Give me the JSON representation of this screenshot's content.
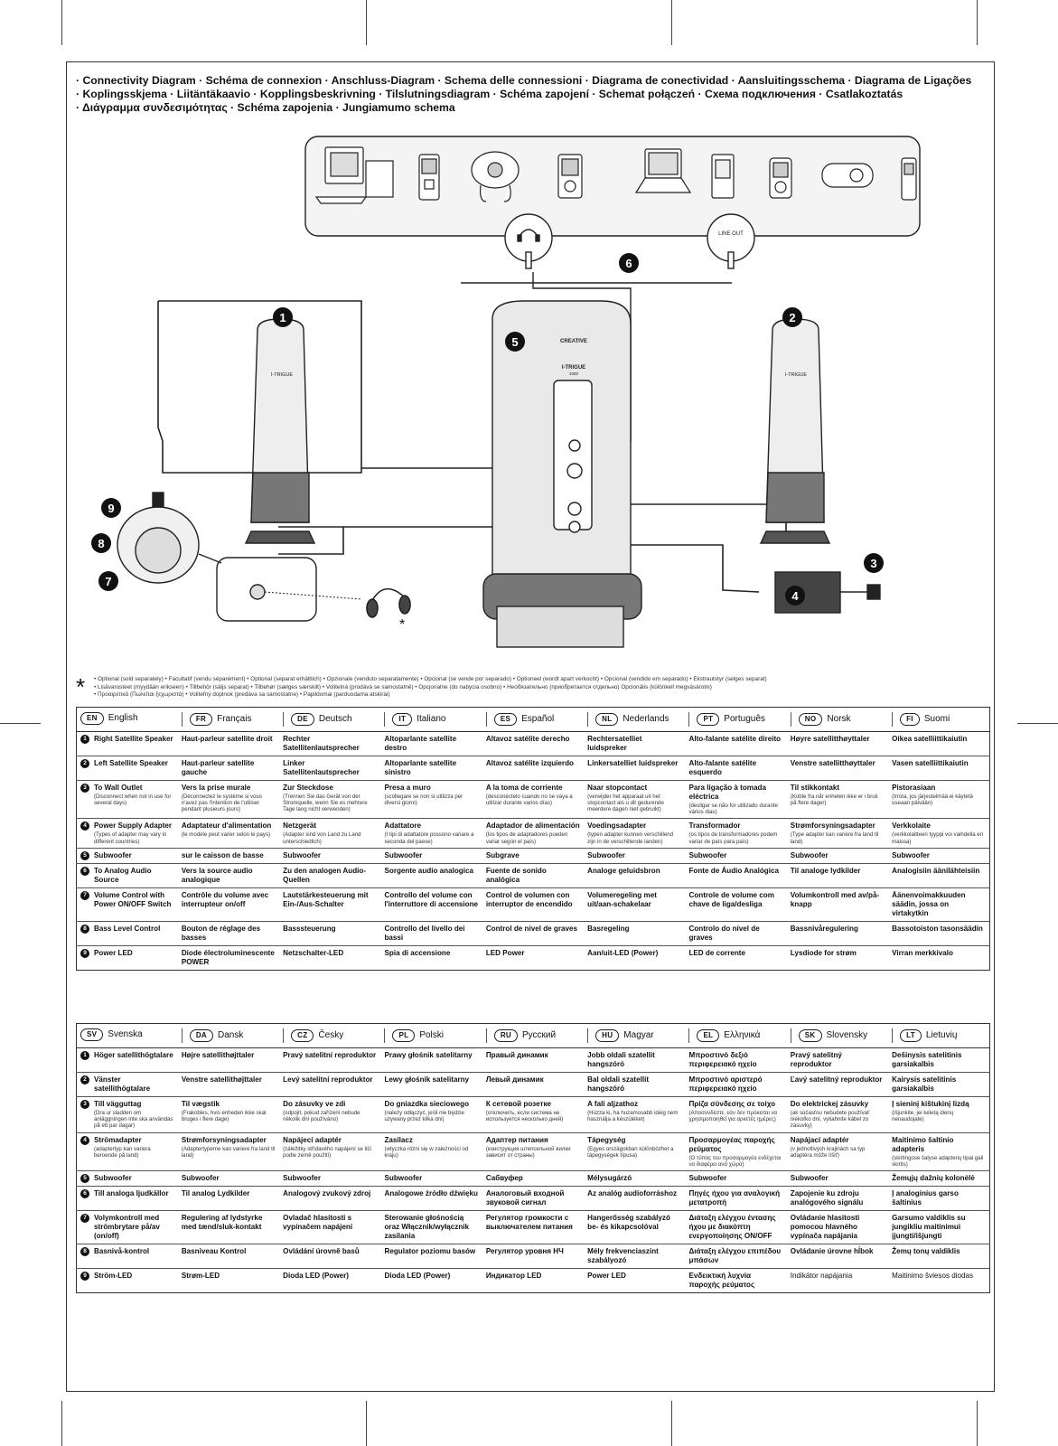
{
  "title_lines": [
    "· Connectivity Diagram · Schéma de connexion · Anschluss-Diagram · Schema delle connessioni · Diagrama de conectividad · Aansluitingsschema · Diagrama de Ligações",
    "· Koplingsskjema · Liitäntäkaavio · Kopplingsbeskrivning · Tilslutningsdiagram · Schéma zapojení · Schemat połączeń · Схема подключения · Csatlakoztatás",
    "· Διάγραμμα συνδεσιμότητας · Schéma zapojenia · Jungiamumo schema"
  ],
  "diagram": {
    "speaker_label": "I-TRIGUE",
    "brand": "CREATIVE",
    "subwoofer_model": "I-TRIGUE",
    "subwoofer_model_sub": "3300",
    "line_out_label": "LINE OUT",
    "callouts": [
      "1",
      "2",
      "3",
      "4",
      "5",
      "6",
      "7",
      "8",
      "9"
    ],
    "asterisk": "*",
    "devices": [
      "desktop-computer",
      "mp3-player",
      "cd-player",
      "portable-media-player",
      "laptop",
      "pda",
      "mp3-player",
      "ipod-shuffle",
      "mobile-phone"
    ]
  },
  "optional_note": {
    "mark": "*",
    "lines": [
      "• Optional (sold separately) • Facultatif (vendu séparément) • Optional (separat erhältlich) • Opzionale (venduto separatamente) • Opcional (se vende por separado) • Optioneel (wordt apart verkocht) • Opcional (vendido em separado) • Ekstrautstyr (selges separat)",
      "• Lisävarusteet (myydään erikseen) • Tillbehör (säljs separat) • Tilbehør (sælges særskilt) • Volitelná (prodává se samostatně) • Opcjonalne (do nabycia osobno) • Необязательно (приобретается отдельно)   Opcionális (különkell megvásárolni)",
      "• Προαιρετικά (Πωλείται ξεχωριστά) • Voliteľný doplnok (predáva sa samostatne) • Papildomai (parduodama atskirai)"
    ]
  },
  "table1": {
    "languages": [
      {
        "code": "EN",
        "name": "English"
      },
      {
        "code": "FR",
        "name": "Français"
      },
      {
        "code": "DE",
        "name": "Deutsch"
      },
      {
        "code": "IT",
        "name": "Italiano"
      },
      {
        "code": "ES",
        "name": "Español"
      },
      {
        "code": "NL",
        "name": "Nederlands"
      },
      {
        "code": "PT",
        "name": "Português"
      },
      {
        "code": "NO",
        "name": "Norsk"
      },
      {
        "code": "FI",
        "name": "Suomi"
      }
    ],
    "rows": [
      {
        "num": "1",
        "cells": [
          {
            "text": "Right Satellite Speaker"
          },
          {
            "text": "Haut-parleur satellite droit"
          },
          {
            "text": "Rechter Satellitenlautsprecher"
          },
          {
            "text": "Altoparlante satellite destro"
          },
          {
            "text": "Altavoz satélite derecho"
          },
          {
            "text": "Rechtersatelliet luidspreker"
          },
          {
            "text": "Alto-falante satélite direito"
          },
          {
            "text": "Høyre satellitthøyttaler"
          },
          {
            "text": "Oikea satelliittikaiutin"
          }
        ]
      },
      {
        "num": "2",
        "cells": [
          {
            "text": "Left Satellite Speaker"
          },
          {
            "text": "Haut-parleur satellite gauche"
          },
          {
            "text": "Linker Satellitenlautsprecher"
          },
          {
            "text": "Altoparlante satellite sinistro"
          },
          {
            "text": "Altavoz satélite izquierdo"
          },
          {
            "text": "Linkersatelliet luidspreker"
          },
          {
            "text": "Alto-falante satélite esquerdo"
          },
          {
            "text": "Venstre satellitthøyttaler"
          },
          {
            "text": "Vasen satelliittikaiutin"
          }
        ]
      },
      {
        "num": "3",
        "cells": [
          {
            "text": "To Wall Outlet",
            "sub": "(Disconnect when not in use for several days)"
          },
          {
            "text": "Vers la prise murale",
            "sub": "(Déconnectez le système si vous n'avez pas l'intention de l'utiliser pendant plusieurs jours)"
          },
          {
            "text": "Zur Steckdose",
            "sub": "(Trennen Sie das Gerät von der Stromquelle, wenn Sie es mehrere Tage lang nicht verwenden)"
          },
          {
            "text": "Presa a muro",
            "sub": "(scollegare se non si utilizza per diversi giorni)"
          },
          {
            "text": "A la toma de corriente",
            "sub": "(desconéctelo cuando no se vaya a utilizar durante varios días)"
          },
          {
            "text": "Naar stopcontact",
            "sub": "(verwijder het apparaat uit het stopcontact als u dit gedurende meerdere dagen niet gebruikt)"
          },
          {
            "text": "Para ligação à tomada eléctrica",
            "sub": "(desligar se não for utilizado durante vários dias)"
          },
          {
            "text": "Til stikkontakt",
            "sub": "(Koble fra når enheten ikke er i bruk på flere dager)"
          },
          {
            "text": "Pistorasiaan",
            "sub": "(Irrota, jos järjestelmää ei käytetä useaan päivään)"
          }
        ]
      },
      {
        "num": "4",
        "cells": [
          {
            "text": "Power Supply Adapter",
            "sub": "(Types of adapter may vary in different countries)"
          },
          {
            "text": "Adaptateur d'alimentation",
            "sub": "(le modèle peut varier selon le pays)"
          },
          {
            "text": "Netzgerät",
            "sub": "(Adapter sind von Land zu Land unterschiedlich)"
          },
          {
            "text": "Adattatore",
            "sub": "(I tipi di adattatore possono variare a seconda del paese)"
          },
          {
            "text": "Adaptador de alimentación",
            "sub": "(los tipos de adaptadores pueden variar según el país)"
          },
          {
            "text": "Voedingsadapter",
            "sub": "(typen adapter kunnen verschillend zijn in de verschillende landen)"
          },
          {
            "text": "Transformador",
            "sub": "(os tipos de transformadores podem variar de país para país)"
          },
          {
            "text": "Strømforsyningsadapter",
            "sub": "(Type adapter kan variere fra land til land)"
          },
          {
            "text": "Verkkolaite",
            "sub": "(verkkolaitteen tyyppi voi vaihdella eri maissa)"
          }
        ]
      },
      {
        "num": "5",
        "cells": [
          {
            "text": "Subwoofer"
          },
          {
            "text": "sur le caisson de basse"
          },
          {
            "text": "Subwoofer"
          },
          {
            "text": "Subwoofer"
          },
          {
            "text": "Subgrave"
          },
          {
            "text": "Subwoofer"
          },
          {
            "text": "Subwoofer"
          },
          {
            "text": "Subwoofer"
          },
          {
            "text": "Subwoofer"
          }
        ]
      },
      {
        "num": "6",
        "cells": [
          {
            "text": "To Analog Audio Source"
          },
          {
            "text": "Vers la source audio analogique"
          },
          {
            "text": "Zu den analogen Audio-Quellen"
          },
          {
            "text": "Sorgente audio analogica"
          },
          {
            "text": "Fuente de sonido analógica"
          },
          {
            "text": "Analoge geluidsbron"
          },
          {
            "text": "Fonte de Áudio Analógica"
          },
          {
            "text": "Til analoge lydkilder"
          },
          {
            "text": "Analogisiin äänilähteisiin"
          }
        ]
      },
      {
        "num": "7",
        "cells": [
          {
            "text": "Volume Control with Power ON/OFF Switch"
          },
          {
            "text": "Contrôle du volume avec interrupteur on/off"
          },
          {
            "text": "Lautstärkesteuerung mit Ein-/Aus-Schalter"
          },
          {
            "text": "Controllo del volume con l'interruttore di accensione"
          },
          {
            "text": "Control de volumen con interruptor de encendido"
          },
          {
            "text": "Volumeregeling met uit/aan-schakelaar"
          },
          {
            "text": "Controle de volume com chave de liga/desliga"
          },
          {
            "text": "Volumkontroll med av/på-knapp"
          },
          {
            "text": "Äänenvoimakkuuden säädin, jossa on virtakytkin"
          }
        ]
      },
      {
        "num": "8",
        "cells": [
          {
            "text": "Bass Level Control"
          },
          {
            "text": "Bouton de réglage des basses"
          },
          {
            "text": "Basssteuerung"
          },
          {
            "text": "Controllo del livello dei bassi"
          },
          {
            "text": "Control de nivel de graves"
          },
          {
            "text": "Basregeling"
          },
          {
            "text": "Controlo do nível de graves"
          },
          {
            "text": "Bassnivåregulering"
          },
          {
            "text": "Bassotoiston tasonsäädin"
          }
        ]
      },
      {
        "num": "9",
        "cells": [
          {
            "text": "Power LED"
          },
          {
            "text": "Diode électroluminescente POWER"
          },
          {
            "text": "Netzschalter-LED"
          },
          {
            "text": "Spia di accensione"
          },
          {
            "text": "LED Power"
          },
          {
            "text": "Aan/uit-LED (Power)"
          },
          {
            "text": "LED de corrente"
          },
          {
            "text": "Lysdiode for strøm"
          },
          {
            "text": "Virran merkkivalo"
          }
        ]
      }
    ]
  },
  "table2": {
    "languages": [
      {
        "code": "SV",
        "name": "Svenska"
      },
      {
        "code": "DA",
        "name": "Dansk"
      },
      {
        "code": "CZ",
        "name": "Česky"
      },
      {
        "code": "PL",
        "name": "Polski"
      },
      {
        "code": "RU",
        "name": "Русский"
      },
      {
        "code": "HU",
        "name": "Magyar"
      },
      {
        "code": "EL",
        "name": "Ελληνικά"
      },
      {
        "code": "SK",
        "name": "Slovensky"
      },
      {
        "code": "LT",
        "name": "Lietuvių"
      }
    ],
    "rows": [
      {
        "num": "1",
        "cells": [
          {
            "text": "Höger satellithögtalare"
          },
          {
            "text": "Højre satellithøjttaler"
          },
          {
            "text": "Pravý satelitní reproduktor"
          },
          {
            "text": "Prawy głośnik satelitarny"
          },
          {
            "text": "Правый динамик"
          },
          {
            "text": "Jobb oldali szatellit hangszóró"
          },
          {
            "text": "Μπροστινό δεξιό περιφερειακό ηχείο"
          },
          {
            "text": "Pravý satelitný reproduktor"
          },
          {
            "text": "Dešinysis satelitinis garsiakalbis"
          }
        ]
      },
      {
        "num": "2",
        "cells": [
          {
            "text": "Vänster satellithögtalare"
          },
          {
            "text": "Venstre satellithøjttaler"
          },
          {
            "text": "Levý satelitní reproduktor"
          },
          {
            "text": "Lewy głośnik satelitarny"
          },
          {
            "text": "Левый динамик"
          },
          {
            "text": "Bal oldali szatellit hangszóró"
          },
          {
            "text": "Μπροστινό αριστερό περιφερειακό ηχείο"
          },
          {
            "text": "Ľavý satelitný reproduktor"
          },
          {
            "text": "Kairysis satelitinis garsiakalbis"
          }
        ]
      },
      {
        "num": "3",
        "cells": [
          {
            "text": "Till vägguttag",
            "sub": "(Dra ur sladden om anläggningen inte ska användas på ett par dagar)"
          },
          {
            "text": "Til vægstik",
            "sub": "(Frakobles, hvis enheden ikke skal bruges i flere dage)"
          },
          {
            "text": "Do zásuvky ve zdi",
            "sub": "(odpojit, pokud zařízení nebude několik dní používáno)"
          },
          {
            "text": "Do gniazdka sieciowego",
            "sub": "(należy odłączyć, jeśli nie będzie używany przez kilka dni)"
          },
          {
            "text": "К сетевой розетке",
            "sub": "(отключить, если система не используется несколько дней)"
          },
          {
            "text": "A fali aljzathoz",
            "sub": "(Húzza ki, ha huzamosabb ideig nem használja a készüléket)"
          },
          {
            "text": "Πρίζα σύνδεσης σε τοίχο",
            "sub": "(Αποσυνδέστε, εάν δεν πρόκειται να χρησιμοποιηθεί για αρκετές ημέρες)"
          },
          {
            "text": "Do elektrickej zásuvky",
            "sub": "(ak súčasťou nebudete používať niekoľko dní, vytiahnite kábel zo zásuvky)"
          },
          {
            "text": "Į sieninį kištukinį lizdą",
            "sub": "(išjunkite, jei keletą dienų nenaudojate)"
          }
        ]
      },
      {
        "num": "4",
        "cells": [
          {
            "text": "Strömadapter",
            "sub": "(adaptertyp kan variera beroende på land)"
          },
          {
            "text": "Strømforsyningsadapter",
            "sub": "(Adaptertyperne kan variere fra land til land)"
          },
          {
            "text": "Napájecí adaptér",
            "sub": "(záležitky střídavého napájení se liší podle země použití)"
          },
          {
            "text": "Zasilacz",
            "sub": "(wtyczka różni się w zależności od kraju)"
          },
          {
            "text": "Адаптер питания",
            "sub": "(конструкция штепсельной вилки зависит от страны)"
          },
          {
            "text": "Tápegység",
            "sub": "(Egyes országokban különbözhet a tápegységek típusa)"
          },
          {
            "text": "Προσαρμογέας παροχής ρεύματος",
            "sub": "(Ο τύπος του προσαρμογέα ενδέχεται να διαφέρει ανά χώρα)"
          },
          {
            "text": "Napájací adaptér",
            "sub": "(v jednotlivých krajinách sa typ adaptéra môže líšiť)"
          },
          {
            "text": "Maitinimo šaltinio adapteris",
            "sub": "(skirtingose šalyse adapterių tipai gali skirtis)"
          }
        ]
      },
      {
        "num": "5",
        "cells": [
          {
            "text": "Subwoofer"
          },
          {
            "text": "Subwoofer"
          },
          {
            "text": "Subwoofer"
          },
          {
            "text": "Subwoofer"
          },
          {
            "text": "Сабвуфер"
          },
          {
            "text": "Mélysugárzó"
          },
          {
            "text": "Subwoofer"
          },
          {
            "text": "Subwoofer"
          },
          {
            "text": "Žemųjų dažnių kolonėlė"
          }
        ]
      },
      {
        "num": "6",
        "cells": [
          {
            "text": "Till analoga ljudkällor"
          },
          {
            "text": "Til analog Lydkilder"
          },
          {
            "text": "Analogový zvukový zdroj"
          },
          {
            "text": "Analogowe źródło dźwięku"
          },
          {
            "text": "Аналоговый входной звуковой сигнал"
          },
          {
            "text": "Az analóg audioforráshoz"
          },
          {
            "text": "Πηγές ήχου για αναλογική μετατροπή"
          },
          {
            "text": "Zapojenie ku zdroju analógového signálu"
          },
          {
            "text": "Į analoginius garso šaltinius"
          }
        ]
      },
      {
        "num": "7",
        "cells": [
          {
            "text": "Volymkontroll med strömbrytare på/av (on/off)"
          },
          {
            "text": "Regulering af lydstyrke med tænd/sluk-kontakt"
          },
          {
            "text": "Ovladač hlasitosti s vypínačem napájení"
          },
          {
            "text": "Sterowanie głośnością oraz Włącznik/wyłącznik zasilania"
          },
          {
            "text": "Регулятор громкости с выключателем питания"
          },
          {
            "text": "Hangerősség szabályzó be- és kikapcsolóval"
          },
          {
            "text": "Διάταξη ελέγχου έντασης ήχου με διακόπτη ενεργοποίησης ON/OFF"
          },
          {
            "text": "Ovládanie hlasitosti pomocou hlavného vypínača napájania"
          },
          {
            "text": "Garsumo valdiklis su jungikliu maitinimui įjungti/išjungti"
          }
        ]
      },
      {
        "num": "8",
        "cells": [
          {
            "text": "Basnivå-kontrol"
          },
          {
            "text": "Basniveau Kontrol"
          },
          {
            "text": "Ovládání úrovně basů"
          },
          {
            "text": "Regulator poziomu basów"
          },
          {
            "text": "Регулятор уровня НЧ"
          },
          {
            "text": "Mély frekvenciaszint szabályozó"
          },
          {
            "text": "Διάταξη ελέγχου επιπέδου μπάσων"
          },
          {
            "text": "Ovládanie úrovne hĺbok"
          },
          {
            "text": "Žemų tonų valdiklis"
          }
        ]
      },
      {
        "num": "9",
        "cells": [
          {
            "text": "Ström-LED"
          },
          {
            "text": "Strøm-LED"
          },
          {
            "text": "Dioda LED (Power)"
          },
          {
            "text": "Dioda LED (Power)"
          },
          {
            "text": "Индикатор LED"
          },
          {
            "text": "Power LED"
          },
          {
            "text": "Ενδεικτική λυχνία παροχής ρεύματος"
          },
          {
            "text": "Indikátor napájania",
            "plain": true
          },
          {
            "text": "Maitinimo šviesos diodas",
            "plain": true
          }
        ]
      }
    ]
  }
}
